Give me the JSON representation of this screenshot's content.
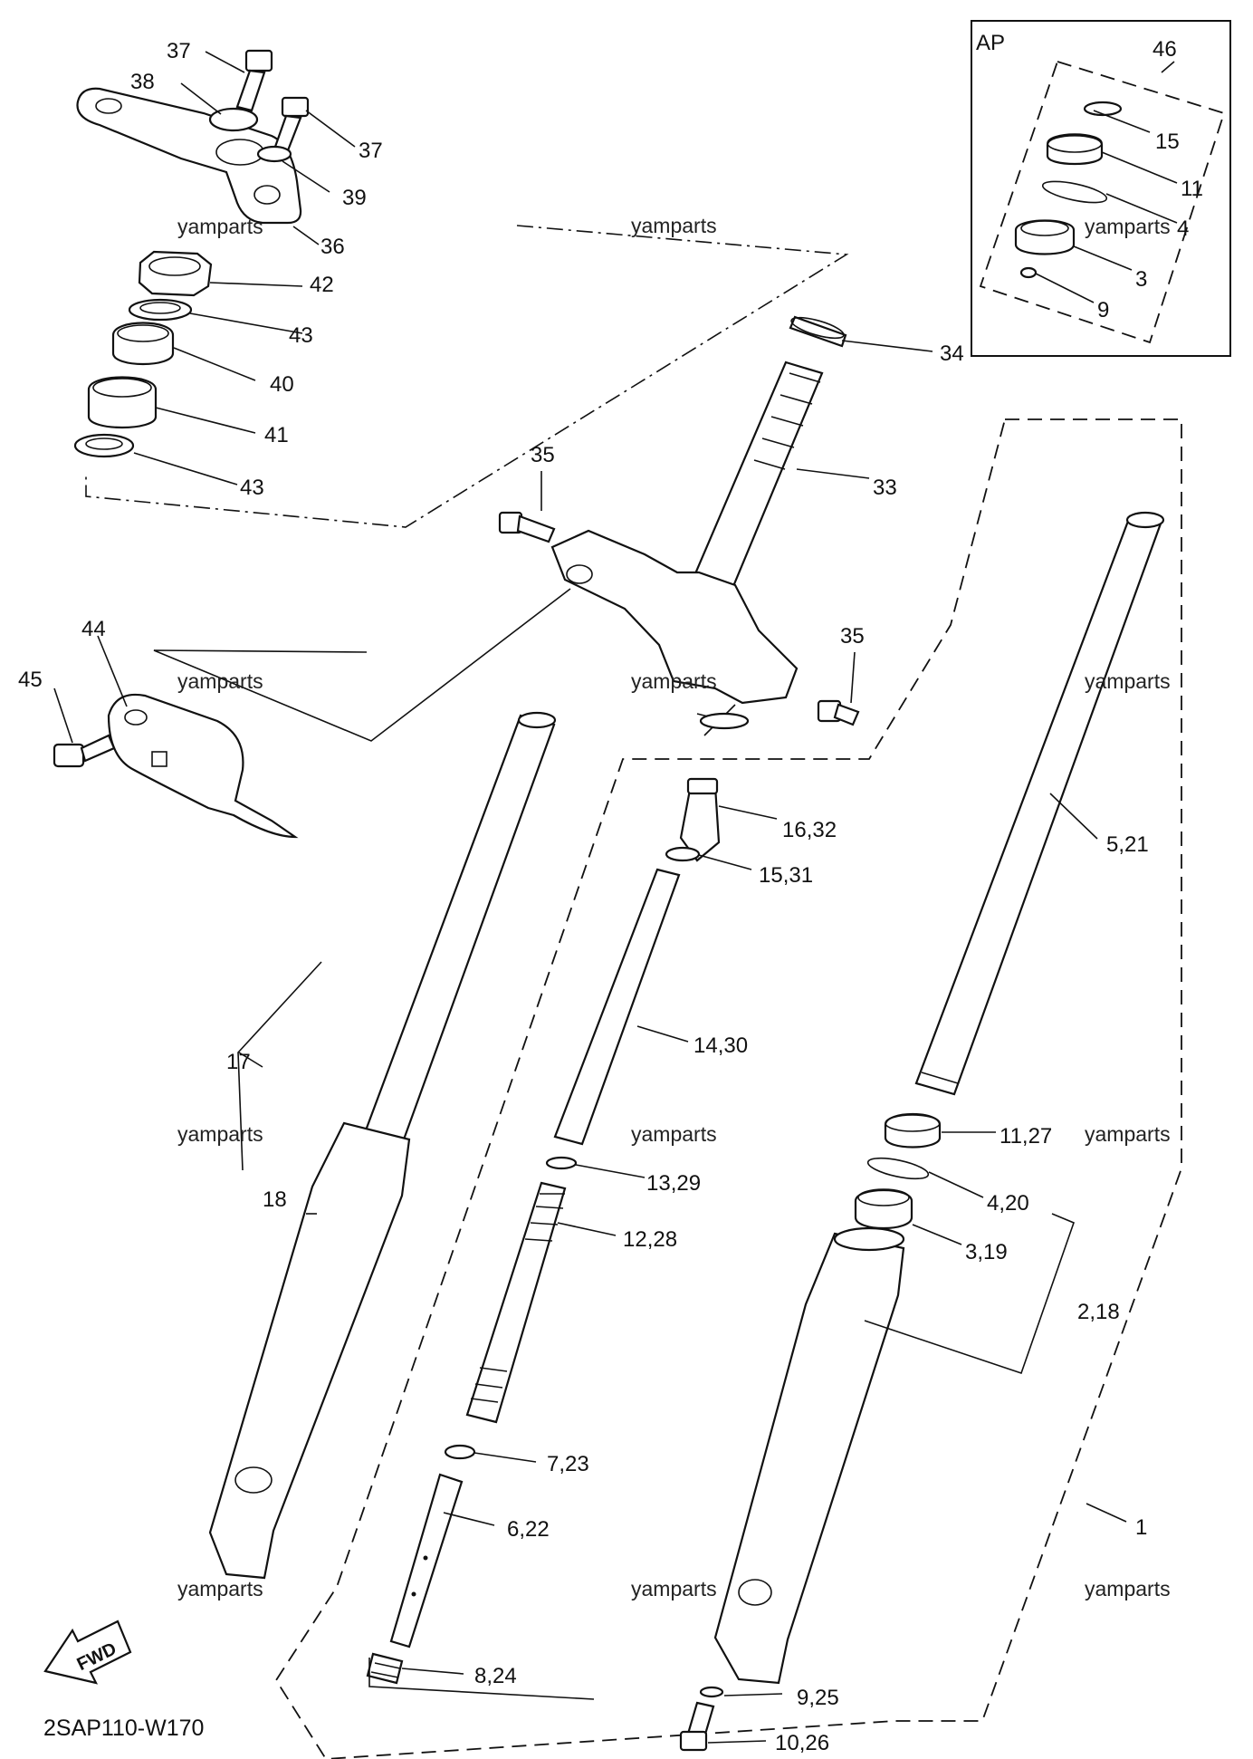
{
  "diagram_code": "2SAP110-W170",
  "inset": {
    "title": "AP",
    "group_number": "46"
  },
  "fwd_label": "FWD",
  "watermark": "yamparts",
  "callouts": {
    "c37a": "37",
    "c38": "38",
    "c37b": "37",
    "c39": "39",
    "c36": "36",
    "c42": "42",
    "c43a": "43",
    "c40": "40",
    "c41": "41",
    "c43b": "43",
    "c34": "34",
    "c35a": "35",
    "c33": "33",
    "c35b": "35",
    "c44": "44",
    "c45": "45",
    "c15": "15",
    "c11": "11",
    "c4": "4",
    "c3": "3",
    "c9": "9",
    "c16_32": "16,32",
    "c15_31": "15,31",
    "c5_21": "5,21",
    "c14_30": "14,30",
    "c17": "17",
    "c11_27": "11,27",
    "c13_29": "13,29",
    "c18": "18",
    "c4_20": "4,20",
    "c12_28": "12,28",
    "c3_19": "3,19",
    "c2_18": "2,18",
    "c7_23": "7,23",
    "c6_22": "6,22",
    "c1": "1",
    "c8_24": "8,24",
    "c9_25": "9,25",
    "c10_26": "10,26"
  }
}
